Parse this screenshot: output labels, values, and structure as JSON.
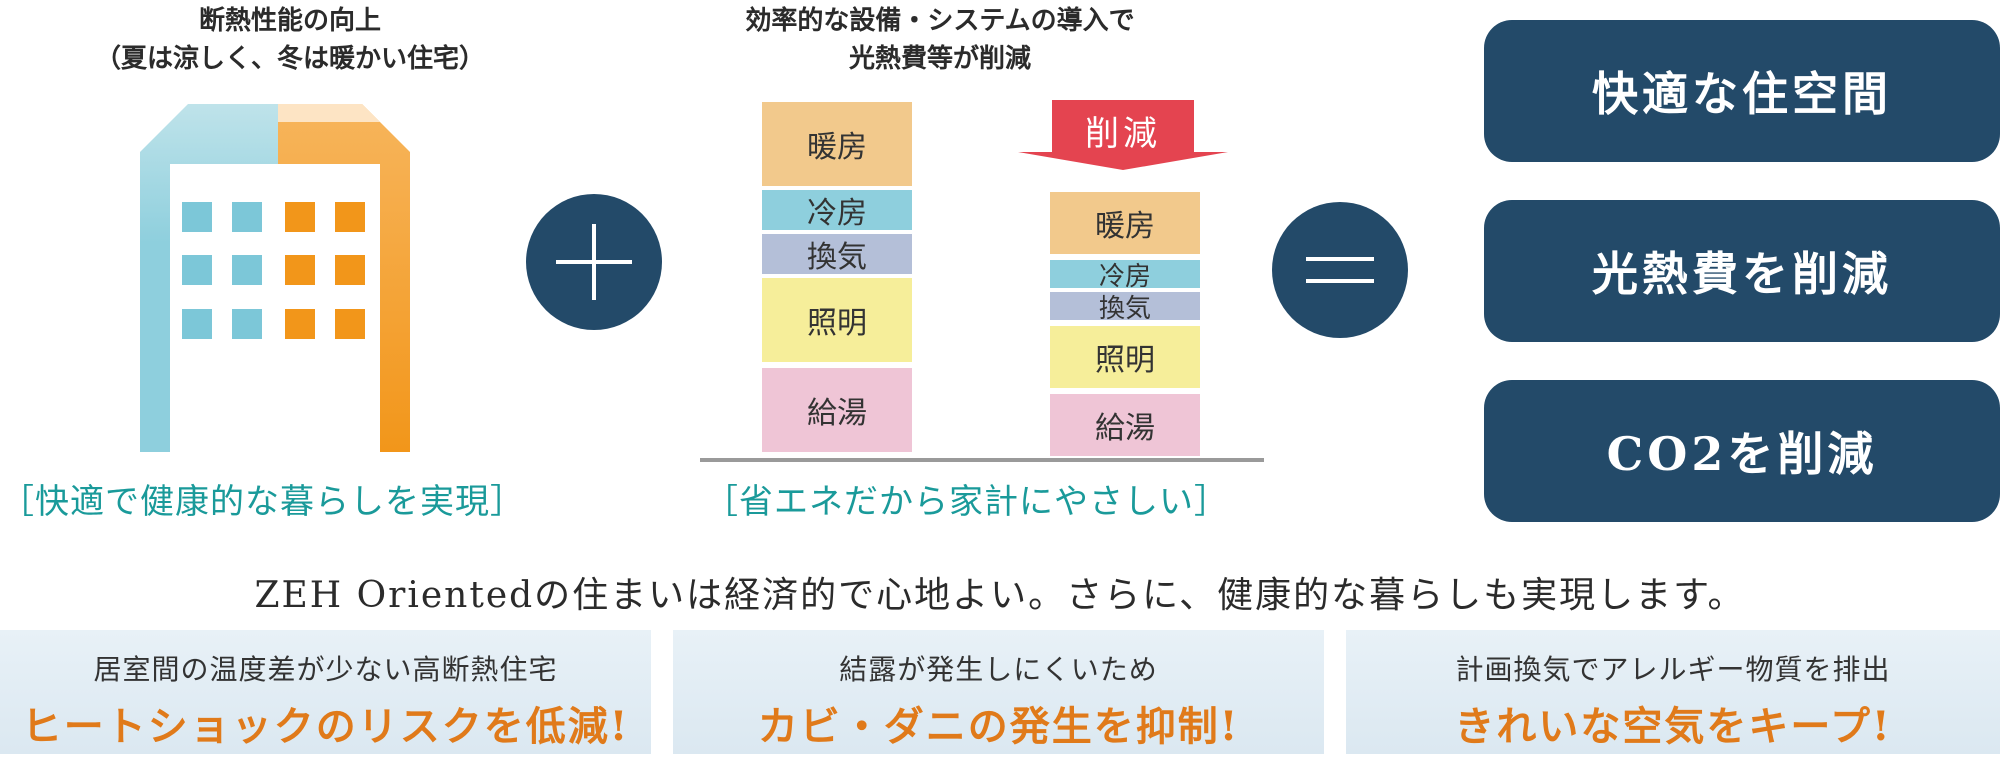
{
  "insulation": {
    "caption_line1": "断熱性能の向上",
    "caption_line2": "（夏は涼しく、冬は暖かい住宅）",
    "bracket_label": "［快適で健康的な暮らしを実現］"
  },
  "energy": {
    "caption_line1": "効率的な設備・システムの導入で",
    "caption_line2": "光熱費等が削減",
    "reduce_label": "削減",
    "bracket_label": "［省エネだから家計にやさしい］",
    "before_bar": [
      "暖房",
      "冷房",
      "換気",
      "照明",
      "給湯"
    ],
    "after_bar": [
      "暖房",
      "冷房",
      "換気",
      "照明",
      "給湯"
    ]
  },
  "results": [
    "快適な住空間",
    "光熱費を削減",
    "CO2を削減"
  ],
  "summary": "ZEH Orientedの住まいは経済的で心地よい。さらに、健康的な暮らしも実現します。",
  "benefits": [
    {
      "sub": "居室間の温度差が少ない高断熱住宅",
      "main": "ヒートショックのリスクを低減!"
    },
    {
      "sub": "結露が発生しにくいため",
      "main": "カビ・ダニの発生を抑制!"
    },
    {
      "sub": "計画換気でアレルギー物質を排出",
      "main": "きれいな空気をキープ!"
    }
  ],
  "colors": {
    "navy": "#234a69",
    "teal": "#1a9a9a",
    "orange": "#e07a1a",
    "building_blue": "#8ecfdd",
    "building_orange": "#f2961a"
  },
  "icons": {
    "plus": "plus-icon",
    "equals": "equals-icon",
    "building": "building-icon",
    "reduce_arrow": "down-arrow-icon"
  }
}
